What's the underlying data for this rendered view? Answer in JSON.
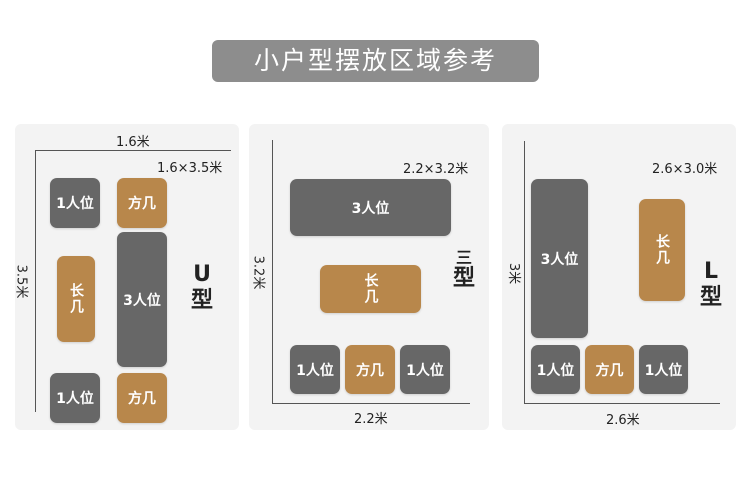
{
  "title": "小户型摆放区域参考",
  "blocks": {
    "one_seat": "1人位",
    "three_seat": "3人位",
    "square_table": "方几",
    "long_table": "长几"
  },
  "u_layout": {
    "width_label": "1.6米",
    "size_label": "1.6×3.5米",
    "height_label": "3.5米",
    "shape_letter": "U",
    "shape_suffix": "型"
  },
  "three_layout": {
    "size_label": "2.2×3.2米",
    "height_label": "3.2米",
    "width_label": "2.2米",
    "shape_letter": "三",
    "shape_suffix": "型"
  },
  "l_layout": {
    "size_label": "2.6×3.0米",
    "height_label": "3米",
    "width_label": "2.6米",
    "shape_letter": "L",
    "shape_suffix": "型"
  },
  "colors": {
    "title_bg": "#8d8d8d",
    "seat_gray": "#676767",
    "table_brown": "#b8874b",
    "panel_bg": "#f3f3f3"
  }
}
